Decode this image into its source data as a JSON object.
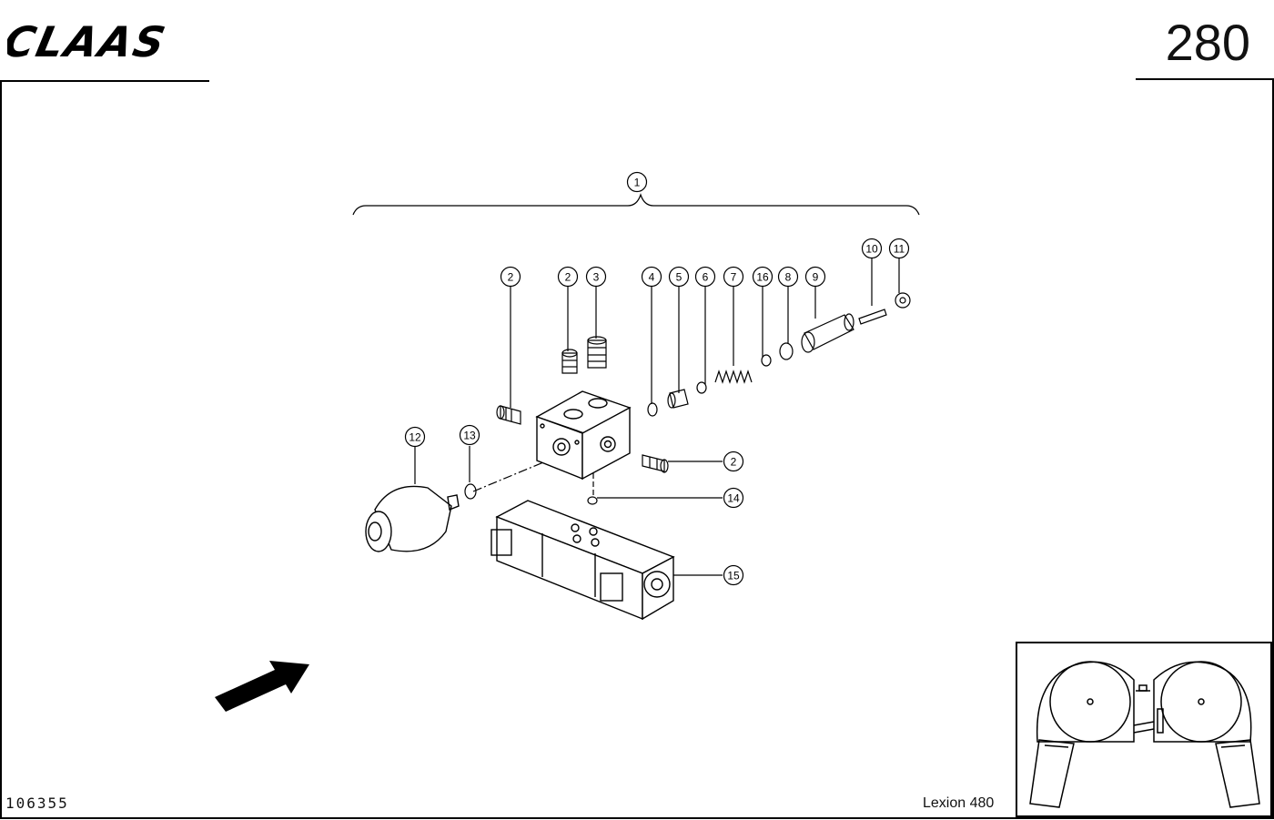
{
  "header": {
    "logo_text": "CLAAS",
    "page_number": "280"
  },
  "footer": {
    "doc_number": "106355",
    "model": "Lexion 480"
  },
  "callouts": [
    {
      "id": "c1",
      "label": "1"
    },
    {
      "id": "c2a",
      "label": "2"
    },
    {
      "id": "c2b",
      "label": "2"
    },
    {
      "id": "c3",
      "label": "3"
    },
    {
      "id": "c4",
      "label": "4"
    },
    {
      "id": "c5",
      "label": "5"
    },
    {
      "id": "c6",
      "label": "6"
    },
    {
      "id": "c7",
      "label": "7"
    },
    {
      "id": "c16",
      "label": "16"
    },
    {
      "id": "c8",
      "label": "8"
    },
    {
      "id": "c9",
      "label": "9"
    },
    {
      "id": "c10",
      "label": "10"
    },
    {
      "id": "c11",
      "label": "11"
    },
    {
      "id": "c2c",
      "label": "2"
    },
    {
      "id": "c12",
      "label": "12"
    },
    {
      "id": "c13",
      "label": "13"
    },
    {
      "id": "c14",
      "label": "14"
    },
    {
      "id": "c15",
      "label": "15"
    }
  ]
}
